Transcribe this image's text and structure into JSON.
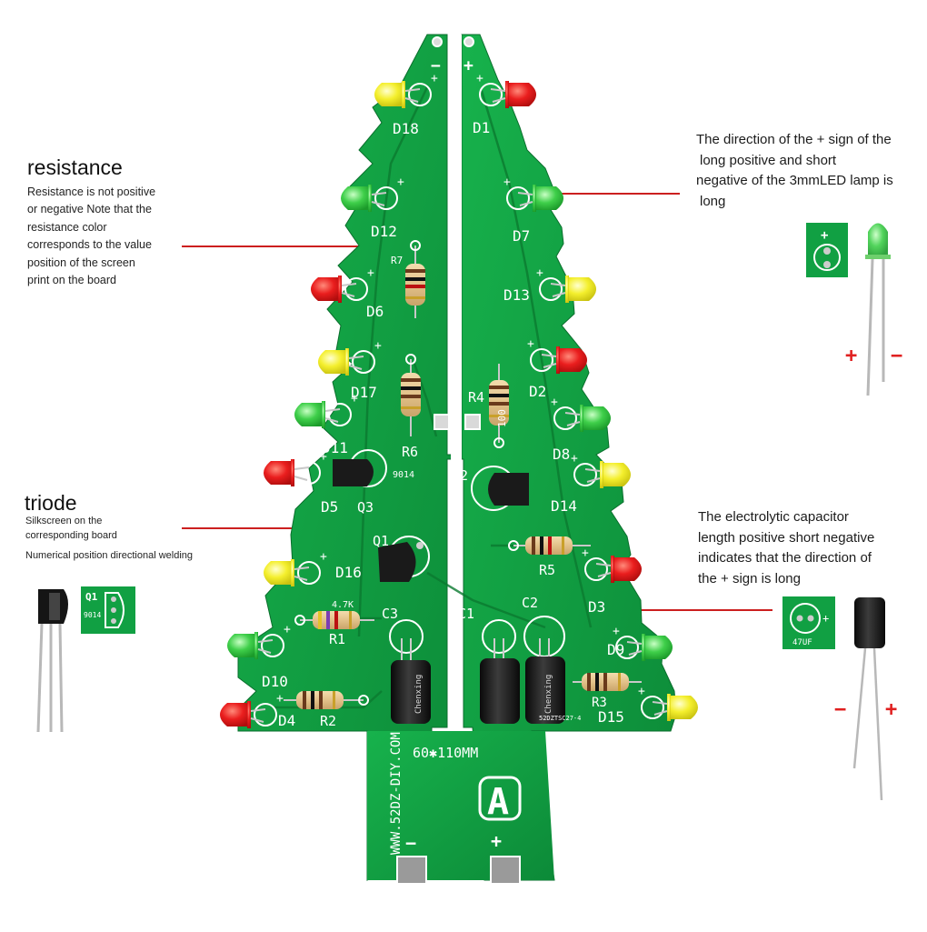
{
  "resistance": {
    "title": "resistance",
    "lines": [
      "Resistance is not positive",
      "or negative Note that the",
      "resistance color",
      "corresponds to the value",
      "position of the screen",
      "print on the board"
    ]
  },
  "triode": {
    "title": "triode",
    "line1": "Silkscreen on the",
    "line2": "corresponding board",
    "line3": "Numerical position directional welding",
    "inset_label": "Q1",
    "inset_part": "9014"
  },
  "led_note": {
    "lines": [
      "The direction of the + sign of the",
      "long positive and short",
      "negative of the 3mmLED lamp is",
      "long"
    ],
    "inset_plus": "+",
    "lead_plus": "+",
    "lead_minus": "−"
  },
  "cap_note": {
    "lines": [
      "The electrolytic capacitor",
      "length positive short negative",
      "indicates that the direction of",
      "the + sign is long"
    ],
    "inset_plus": "+",
    "inset_value": "47UF",
    "lead_minus": "−",
    "lead_plus": "+"
  },
  "board": {
    "color": "#11a043",
    "silk_color": "#ffffff",
    "left_sign": "−",
    "right_sign": "+",
    "bottom_minus": "−",
    "bottom_plus": "+",
    "size_text": "60✱110MM",
    "url_text": "WWW.52DZ-DIY.COM",
    "logo_text": "A",
    "led_labels": [
      "D18",
      "D1",
      "D12",
      "D7",
      "D6",
      "D13",
      "D17",
      "D2",
      "D11",
      "D8",
      "D5",
      "D14",
      "D16",
      "D3",
      "D10",
      "D9",
      "D4",
      "D15"
    ],
    "transistor_labels": [
      "Q1",
      "Q2",
      "Q3"
    ],
    "transistor_part": "9014",
    "resistor_labels": [
      "R1",
      "R2",
      "R3",
      "R4",
      "R5",
      "R6",
      "R7"
    ],
    "resistor_value": "100",
    "r1_value": "4.7K",
    "capacitor_labels": [
      "C1",
      "C2",
      "C3"
    ],
    "cap_brand": "Chenxing",
    "board_code": "52DZTSC27-4"
  },
  "colors": {
    "annotation_line": "#cc1f1f",
    "led_red": "#e21b1b",
    "led_green": "#35c742",
    "led_yellow": "#f2ee2a"
  }
}
